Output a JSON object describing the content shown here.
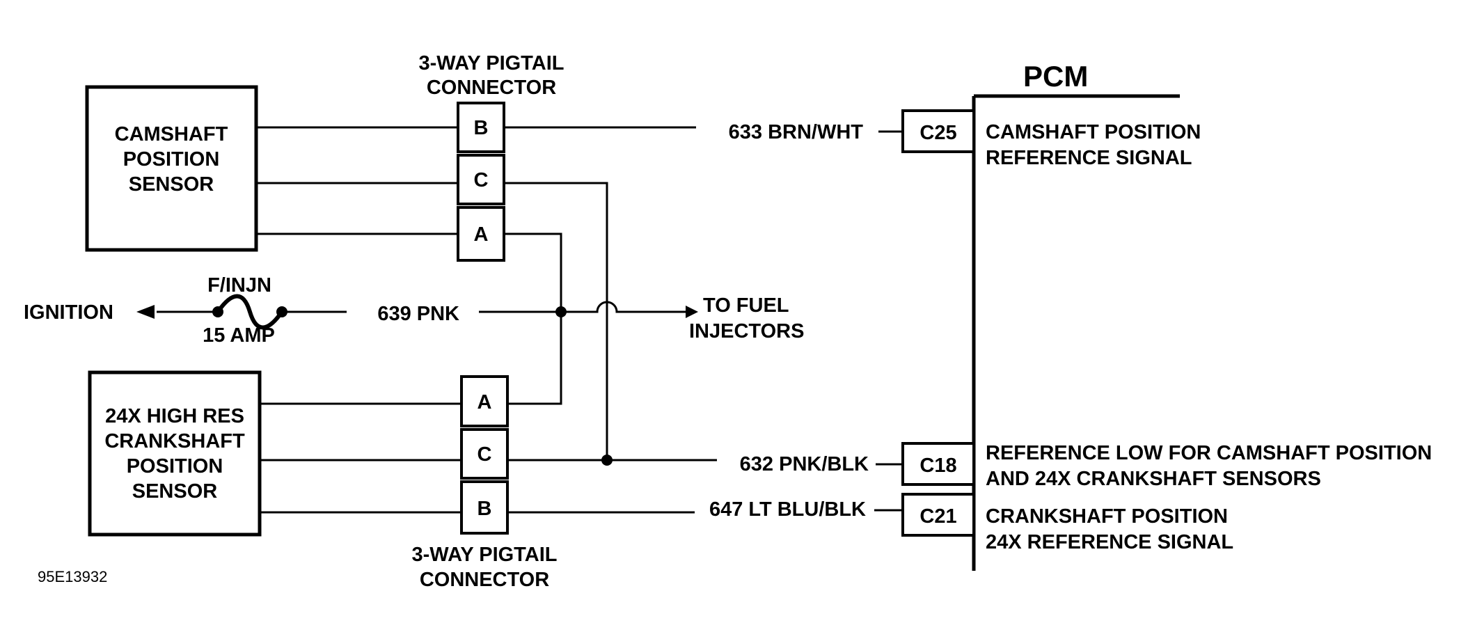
{
  "figure_id": "95E13932",
  "pcm": {
    "title": "PCM",
    "pins": [
      {
        "id": "C25",
        "wire": "633 BRN/WHT",
        "desc_line1": "CAMSHAFT POSITION",
        "desc_line2": "REFERENCE SIGNAL"
      },
      {
        "id": "C18",
        "wire": "632 PNK/BLK",
        "desc_line1": "REFERENCE LOW FOR CAMSHAFT POSITION",
        "desc_line2": "AND 24X CRANKSHAFT SENSORS"
      },
      {
        "id": "C21",
        "wire": "647 LT BLU/BLK",
        "desc_line1": "CRANKSHAFT POSITION",
        "desc_line2": "24X REFERENCE SIGNAL"
      }
    ]
  },
  "camshaft_sensor": {
    "line1": "CAMSHAFT",
    "line2": "POSITION",
    "line3": "SENSOR"
  },
  "crankshaft_sensor": {
    "line1": "24X HIGH RES",
    "line2": "CRANKSHAFT",
    "line3": "POSITION",
    "line4": "SENSOR"
  },
  "top_connector": {
    "line1": "3-WAY PIGTAIL",
    "line2": "CONNECTOR",
    "pins": [
      "B",
      "C",
      "A"
    ]
  },
  "bottom_connector": {
    "line1": "3-WAY PIGTAIL",
    "line2": "CONNECTOR",
    "pins": [
      "A",
      "C",
      "B"
    ]
  },
  "fuse": {
    "name": "F/INJN",
    "rating": "15 AMP"
  },
  "ignition": {
    "label": "IGNITION"
  },
  "power_wire": {
    "label": "639 PNK"
  },
  "fuel_injectors": {
    "line1": "TO FUEL",
    "line2": "INJECTORS"
  }
}
